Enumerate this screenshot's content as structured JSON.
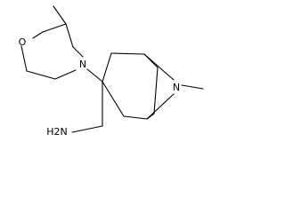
{
  "molecule": {
    "atoms": {
      "morpholine_oxygen": "O",
      "morpholine_nitrogen": "N",
      "bicyclic_nitrogen": "N",
      "amine": "H2N"
    }
  }
}
